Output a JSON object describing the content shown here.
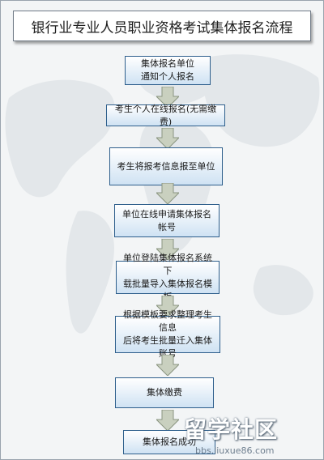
{
  "title": "银行业专业人员职业资格考试集体报名流程",
  "steps": [
    {
      "lines": [
        "集体报名单位",
        "通知个人报名"
      ]
    },
    {
      "lines": [
        "考生个人在线报名(无需缴费)"
      ]
    },
    {
      "lines": [
        "考生将报考信息报至单位"
      ]
    },
    {
      "lines": [
        "单位在线申请集体报名",
        "帐号"
      ]
    },
    {
      "lines": [
        "单位登陆集体报名系统下",
        "载批量导入集体报名模板"
      ]
    },
    {
      "lines": [
        "根据模板要求整理考生信息",
        "后将考生批量迁入集体账号"
      ]
    },
    {
      "lines": [
        "集体缴费"
      ]
    },
    {
      "lines": [
        "集体报名成功"
      ]
    }
  ],
  "watermark": {
    "text": "留学社区",
    "url": "bbs.liuxue86.com"
  },
  "colors": {
    "box_border": "#2e5f8c",
    "box_fill_top": "#ffffff",
    "box_fill_bottom": "#cfe2f3",
    "arrow_fill": "#c9d0bf",
    "arrow_stroke": "#8a9580"
  }
}
